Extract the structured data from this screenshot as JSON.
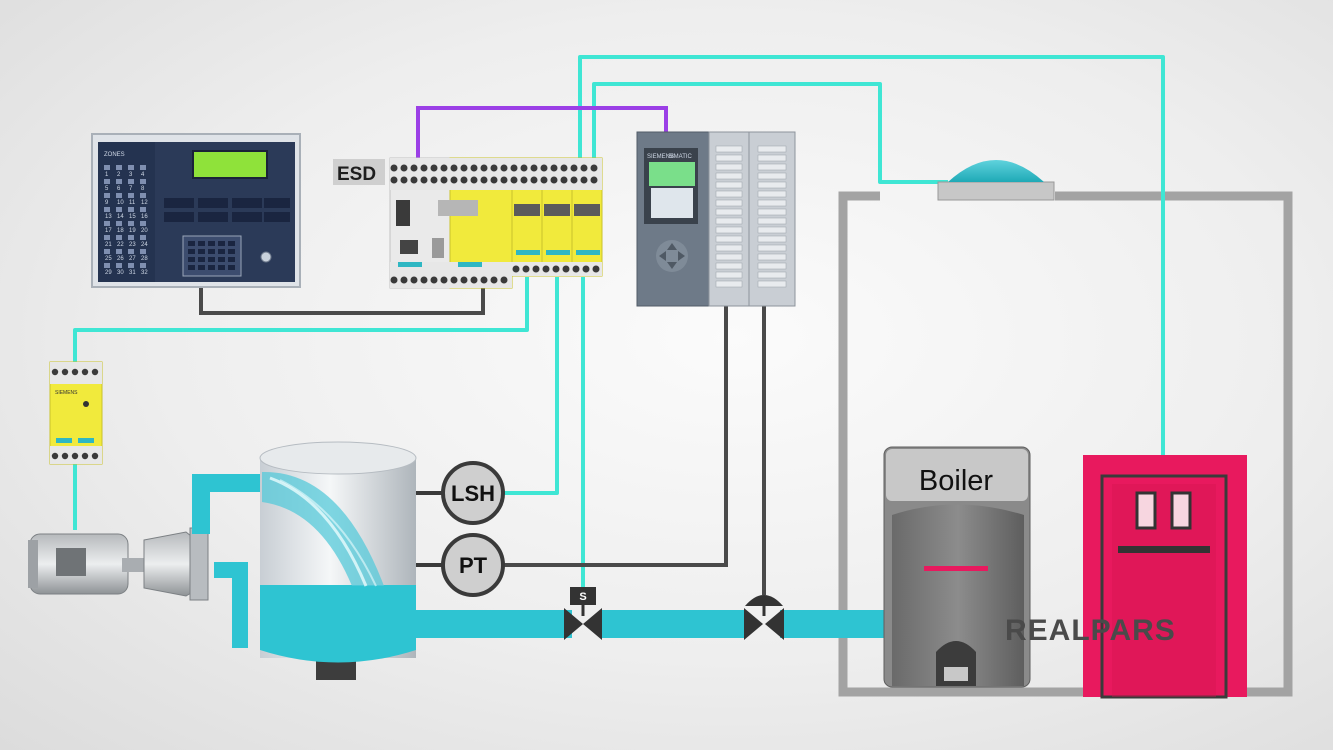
{
  "labels": {
    "esd": "ESD",
    "level_switch": "LSH",
    "pressure_transmitter": "PT",
    "solenoid": "S",
    "boiler": "Boiler",
    "logo": "REALPARS"
  },
  "fire_panel": {
    "zones_title": "ZONES",
    "zone_numbers": [
      "1",
      "2",
      "3",
      "4",
      "5",
      "6",
      "7",
      "8",
      "9",
      "10",
      "11",
      "12",
      "13",
      "14",
      "15",
      "16",
      "17",
      "18",
      "19",
      "20",
      "21",
      "22",
      "23",
      "24",
      "25",
      "26",
      "27",
      "28",
      "29",
      "30",
      "31",
      "32"
    ]
  },
  "plc": {
    "brand": "SIEMENS",
    "model": "SIMATIC"
  },
  "safety_relay": {
    "brand": "SIEMENS"
  },
  "colors": {
    "signal_wire": "#3fe6d4",
    "esd_link_wire": "#9b3fe6",
    "control_wire": "#4a4a4a",
    "water": "#2ec4d2",
    "safety_yellow": "#f2ea3a",
    "burner_door": "#e8195e",
    "panel_blue": "#2a3a5a"
  }
}
